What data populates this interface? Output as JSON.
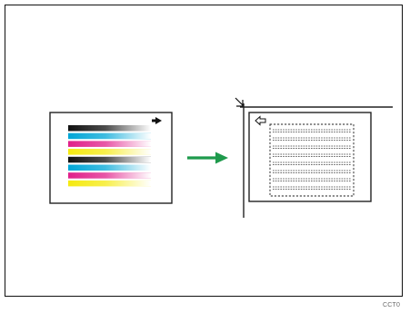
{
  "figure": {
    "code": "CCT0",
    "source_page": {
      "scan_direction_icon": "right-arrow-icon",
      "bands": [
        {
          "name": "black",
          "color": "#111111"
        },
        {
          "name": "cyan",
          "color": "#00a6d6"
        },
        {
          "name": "magenta",
          "color": "#e0208a"
        },
        {
          "name": "yellow",
          "color": "#f5ea10"
        },
        {
          "name": "black",
          "color": "#111111"
        },
        {
          "name": "cyan",
          "color": "#00a6d6"
        },
        {
          "name": "magenta",
          "color": "#e0208a"
        },
        {
          "name": "yellow",
          "color": "#f5ea10"
        }
      ]
    },
    "process_arrow": {
      "icon": "right-arrow-icon",
      "color": "#1e9a4c"
    },
    "placed_page": {
      "corner_icon": "diagonal-arrow-icon",
      "feed_direction_icon": "left-outline-arrow-icon",
      "dashed_lines": 8
    }
  }
}
